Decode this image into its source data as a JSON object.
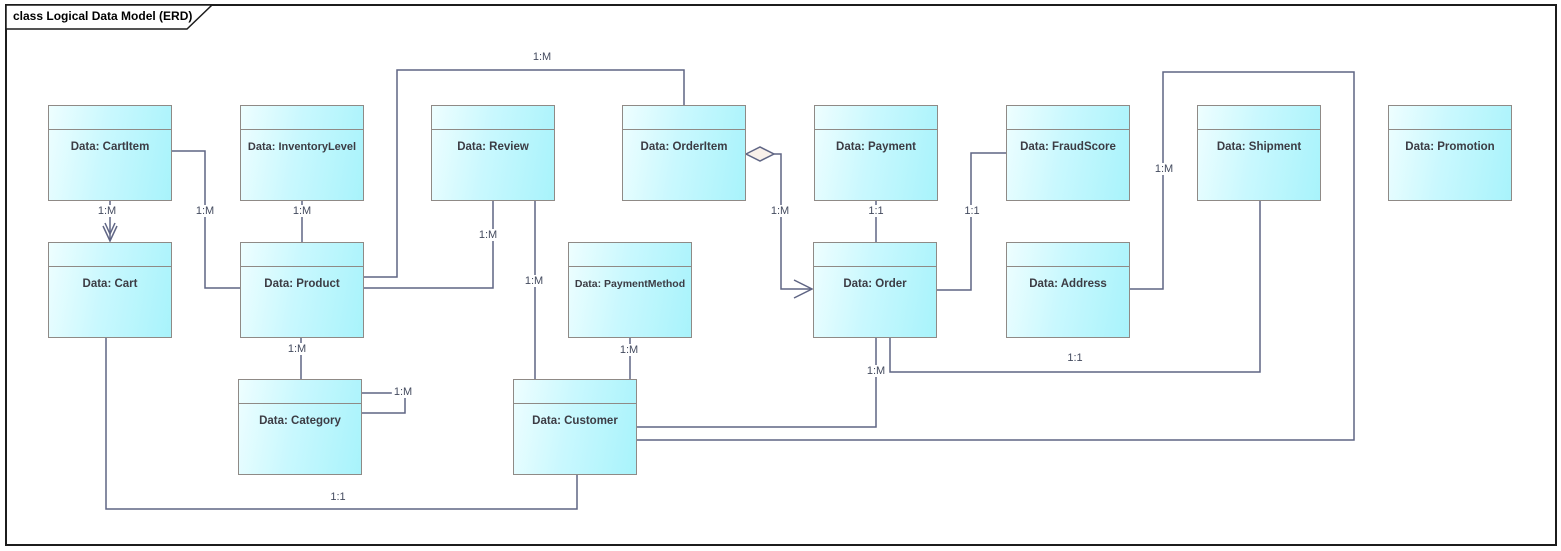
{
  "diagram": {
    "title": "class Logical Data Model (ERD)",
    "type": "uml-class-diagram-erd"
  },
  "colors": {
    "entity_fill": "#a8f3fb",
    "entity_fill_light": "#eefeff",
    "entity_border": "#8f8a86",
    "connector": "#5f6584",
    "diamond_fill": "#f8f0ea",
    "frame_border": "#1c1c1c",
    "entity_text": "#3c3c44",
    "label_text": "#434a5e"
  },
  "entities": [
    {
      "label": "Data: CartItem"
    },
    {
      "label": "Data: InventoryLevel"
    },
    {
      "label": "Data: Review"
    },
    {
      "label": "Data: OrderItem"
    },
    {
      "label": "Data: Payment"
    },
    {
      "label": "Data: FraudScore"
    },
    {
      "label": "Data: Shipment"
    },
    {
      "label": "Data: Promotion"
    },
    {
      "label": "Data: Cart"
    },
    {
      "label": "Data: Product"
    },
    {
      "label": "Data: PaymentMethod"
    },
    {
      "label": "Data: Order"
    },
    {
      "label": "Data: Address"
    },
    {
      "label": "Data: Category"
    },
    {
      "label": "Data: Customer"
    }
  ],
  "relationships": [
    {
      "from": "Data: CartItem",
      "to": "Data: Cart",
      "multiplicity": "1:M",
      "end_decoration": "double-open-arrow"
    },
    {
      "from": "Data: CartItem",
      "to": "Data: Product",
      "multiplicity": "1:M",
      "end_decoration": "none"
    },
    {
      "from": "Data: InventoryLevel",
      "to": "Data: Product",
      "multiplicity": "1:M",
      "end_decoration": "none"
    },
    {
      "from": "Data: Product",
      "to": "Data: OrderItem",
      "multiplicity": "1:M",
      "end_decoration": "none"
    },
    {
      "from": "Data: Review",
      "to": "Data: Product",
      "multiplicity": "1:M",
      "end_decoration": "none"
    },
    {
      "from": "Data: Review",
      "to": "Data: Customer",
      "multiplicity": "1:M",
      "end_decoration": "none"
    },
    {
      "from": "Data: OrderItem",
      "to": "Data: Order",
      "multiplicity": "1:M",
      "end_decoration": "aggregation-diamond-and-open-arrow"
    },
    {
      "from": "Data: Payment",
      "to": "Data: Order",
      "multiplicity": "1:1",
      "end_decoration": "none"
    },
    {
      "from": "Data: FraudScore",
      "to": "Data: Order",
      "multiplicity": "1:1",
      "end_decoration": "none"
    },
    {
      "from": "Data: PaymentMethod",
      "to": "Data: Customer",
      "multiplicity": "1:M",
      "end_decoration": "none"
    },
    {
      "from": "Data: Product",
      "to": "Data: Category",
      "multiplicity": "1:M",
      "end_decoration": "none"
    },
    {
      "from": "Data: Category",
      "to": "Data: Category",
      "multiplicity": "1:M",
      "end_decoration": "none"
    },
    {
      "from": "Data: Order",
      "to": "Data: Customer",
      "multiplicity": "1:M",
      "end_decoration": "none"
    },
    {
      "from": "Data: Order",
      "to": "Data: Shipment",
      "multiplicity": "1:1",
      "end_decoration": "none"
    },
    {
      "from": "Data: Customer",
      "to": "Data: Address",
      "multiplicity": "1:M",
      "end_decoration": "none"
    },
    {
      "from": "Data: Cart",
      "to": "Data: Customer",
      "multiplicity": "1:1",
      "end_decoration": "none"
    }
  ]
}
